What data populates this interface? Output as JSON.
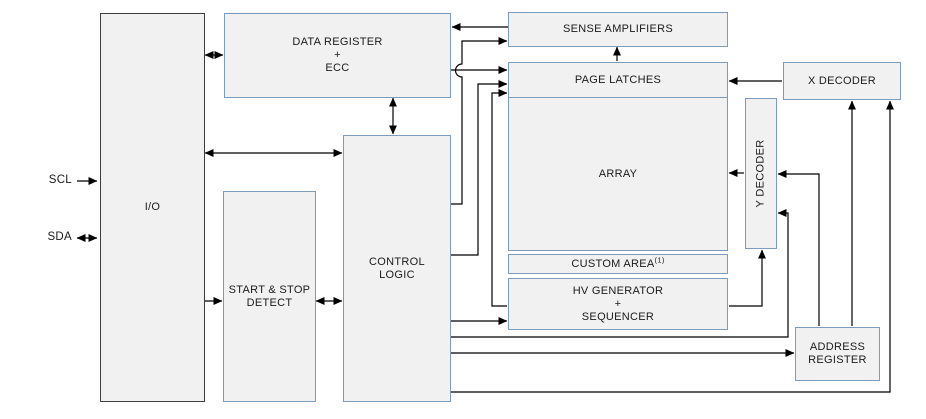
{
  "diagram_type": "functional-block-diagram",
  "pins": {
    "scl": "SCL",
    "sda": "SDA"
  },
  "blocks": {
    "io": "I/O",
    "data_register": "DATA REGISTER\n+\nECC",
    "start_stop": "START & STOP\nDETECT",
    "control_logic": "CONTROL\nLOGIC",
    "sense_amplifiers": "SENSE AMPLIFIERS",
    "page_latches": "PAGE LATCHES",
    "array": "ARRAY",
    "custom_area": "CUSTOM AREA",
    "custom_area_note": "(1)",
    "hv_generator": "HV GENERATOR\n+\nSEQUENCER",
    "x_decoder": "X DECODER",
    "y_decoder": "Y DECODER",
    "address_register": "ADDRESS\nREGISTER"
  },
  "connections": [
    {
      "from": "scl-pin",
      "to": "io",
      "type": "arrow"
    },
    {
      "from": "sda-pin",
      "to": "io",
      "type": "double-arrow"
    },
    {
      "from": "io",
      "to": "data_register",
      "type": "double-arrow"
    },
    {
      "from": "io",
      "to": "control_logic",
      "type": "double-arrow"
    },
    {
      "from": "io",
      "to": "start_stop",
      "type": "arrow"
    },
    {
      "from": "start_stop",
      "to": "control_logic",
      "type": "double-arrow"
    },
    {
      "from": "data_register",
      "to": "control_logic",
      "type": "double-arrow"
    },
    {
      "from": "sense_amplifiers",
      "to": "data_register",
      "type": "arrow"
    },
    {
      "from": "data_register",
      "to": "page_latches",
      "type": "arrow"
    },
    {
      "from": "control_logic",
      "to": "sense_amplifiers",
      "type": "arrow"
    },
    {
      "from": "control_logic",
      "to": "page_latches",
      "type": "arrow"
    },
    {
      "from": "hv_generator",
      "to": "page_latches",
      "type": "arrow"
    },
    {
      "from": "page_latches",
      "to": "sense_amplifiers",
      "type": "arrow"
    },
    {
      "from": "x_decoder",
      "to": "page_latches",
      "type": "arrow"
    },
    {
      "from": "y_decoder",
      "to": "array",
      "type": "arrow"
    },
    {
      "from": "control_logic",
      "to": "hv_generator",
      "type": "arrow"
    },
    {
      "from": "hv_generator",
      "to": "y_decoder",
      "type": "arrow"
    },
    {
      "from": "control_logic",
      "to": "y_decoder",
      "type": "arrow"
    },
    {
      "from": "address_register",
      "to": "y_decoder",
      "type": "arrow"
    },
    {
      "from": "control_logic",
      "to": "address_register",
      "type": "arrow"
    },
    {
      "from": "control_logic",
      "to": "x_decoder",
      "type": "arrow"
    },
    {
      "from": "address_register",
      "to": "x_decoder",
      "type": "arrow"
    }
  ],
  "colors": {
    "box_fill": "#f1f1f2",
    "box_border": "#7d9cbd",
    "io_border": "#3f3f3f",
    "wire": "#000000",
    "text": "#1a1a1a",
    "background": "#ffffff"
  }
}
